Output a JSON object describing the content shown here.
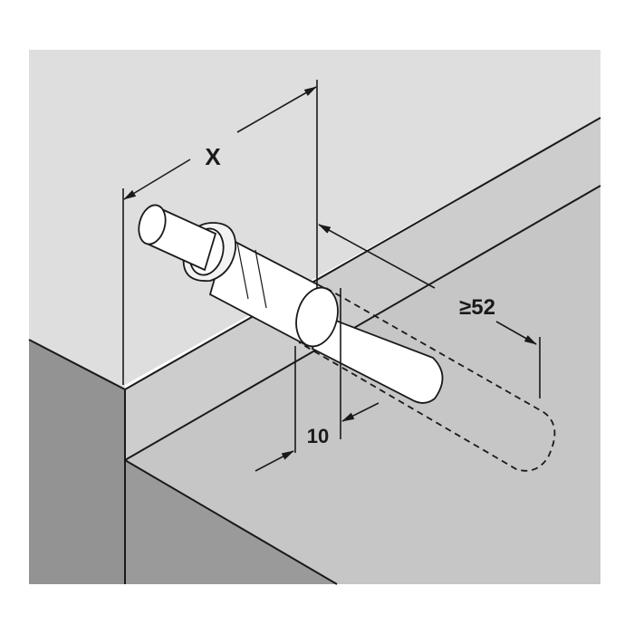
{
  "dimensions": {
    "x_label": "X",
    "min_depth_label": "≥52",
    "drill_diameter_label": "10"
  },
  "colors": {
    "background": "#ffffff",
    "panel_light": "#dedede",
    "panel_medium": "#cdcdcd",
    "panel_dark": "#939393",
    "edge_strip": "#e4e4e4",
    "line": "#1a1a1a",
    "part_fill": "#ffffff"
  }
}
